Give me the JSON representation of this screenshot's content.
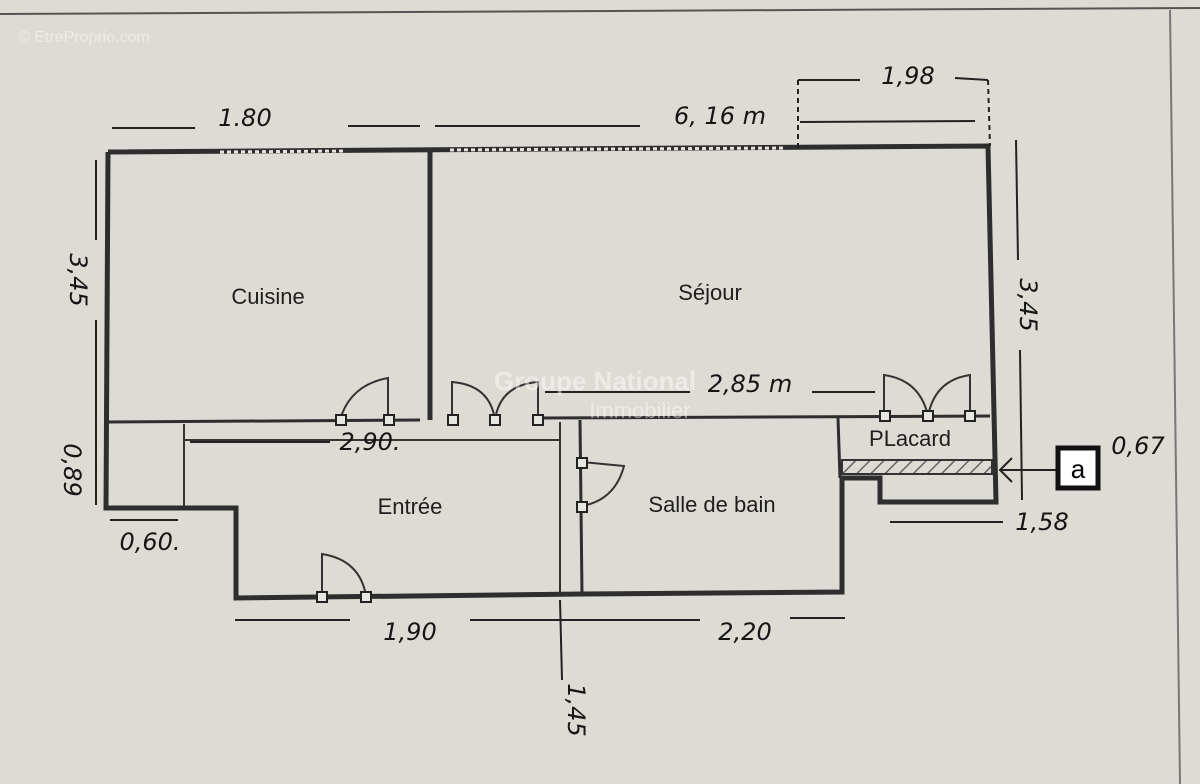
{
  "watermark": {
    "site": "© EtreProprio.com",
    "agency_line1": "Groupe National",
    "agency_line2": "Immobilier"
  },
  "rooms": {
    "cuisine": "Cuisine",
    "sejour": "Séjour",
    "entree": "Entrée",
    "salle_de_bain": "Salle de bain",
    "placard": "PLacard"
  },
  "dimensions": {
    "top_left": "1.80",
    "top_total": "6, 16 m",
    "top_right": "1,98",
    "left_height": "3,45",
    "right_height": "3,45",
    "hall_width": "2,90.",
    "sejour_inner": "2,85 m",
    "left_lower": "0,89",
    "left_step": "0,60.",
    "bottom_entree": "1,90",
    "bottom_bath": "2,20",
    "bottom_vertical": "1,45",
    "placard_depth": "0,67",
    "placard_width": "1,58"
  },
  "marker": {
    "label": "a"
  }
}
